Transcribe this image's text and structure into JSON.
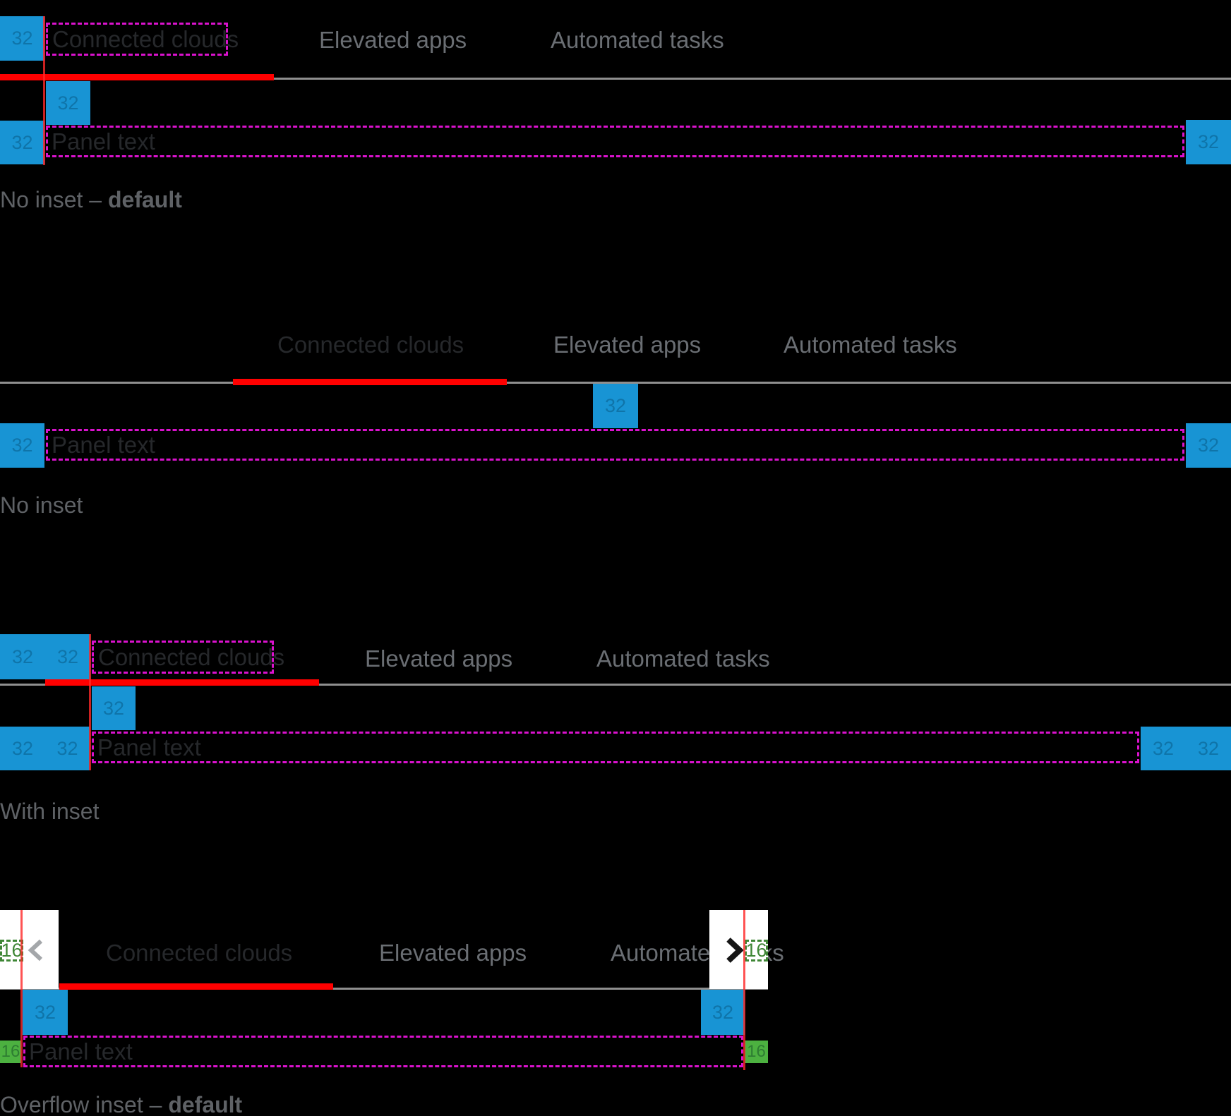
{
  "colors": {
    "spacer_blue": "#1894d4",
    "spacer_green": "#4cb140",
    "text_bounds_magenta": "#da12cd",
    "inset_annotation_green": "#3e8635",
    "active_tab_red": "#ff0000",
    "tab_border_gray": "#8f8f8f"
  },
  "annotations": {
    "spacer_32": "32",
    "spacer_16": "16"
  },
  "tabs": {
    "tab1": "Connected clouds",
    "tab2": "Elevated apps",
    "tab3": "Automated tasks"
  },
  "panel": {
    "text": "Panel text"
  },
  "sections": [
    {
      "caption": "No inset –",
      "caption_bold": "default"
    },
    {
      "caption": "No inset",
      "caption_bold": ""
    },
    {
      "caption": "With inset",
      "caption_bold": ""
    },
    {
      "caption": "Overflow inset –",
      "caption_bold": "default"
    }
  ]
}
